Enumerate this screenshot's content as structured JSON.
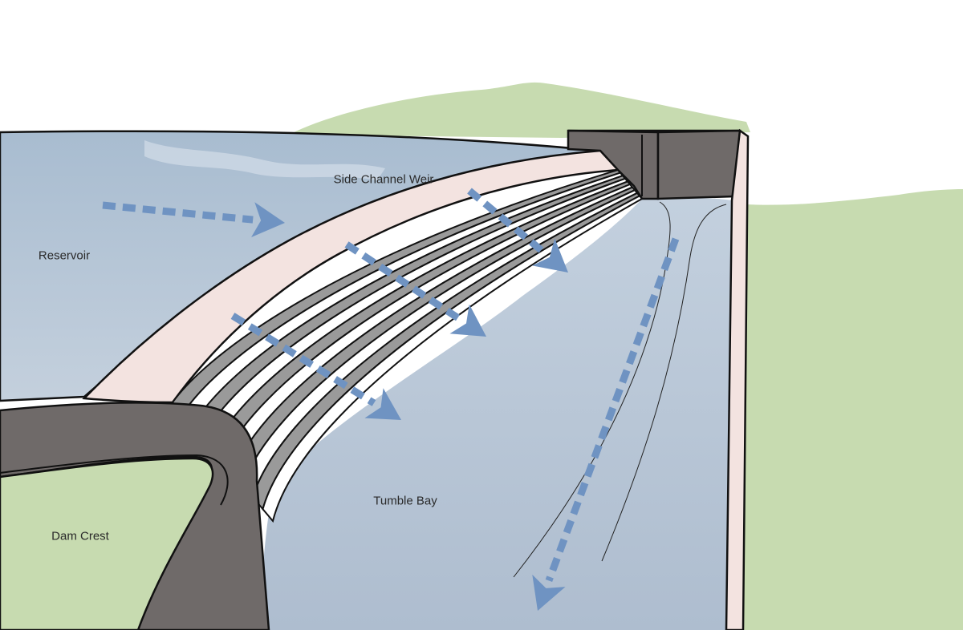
{
  "labels": {
    "side_channel_weir": "Side Channel Weir",
    "reservoir": "Reservoir",
    "tumble_bay": "Tumble Bay",
    "dam_crest": "Dam Crest"
  },
  "colors": {
    "sky": "#ffffff",
    "grass": "#c7dbb0",
    "water_reservoir": "#b9c8d8",
    "water_bay": "#bccbdb",
    "weir_pink": "#f3e3e0",
    "weir_gray": "#9a9a9a",
    "concrete_dark": "#6f6a69",
    "outline": "#111111",
    "arrow": "#6f93c2"
  },
  "icons": {
    "flow_arrow": "dashed-arrow"
  }
}
